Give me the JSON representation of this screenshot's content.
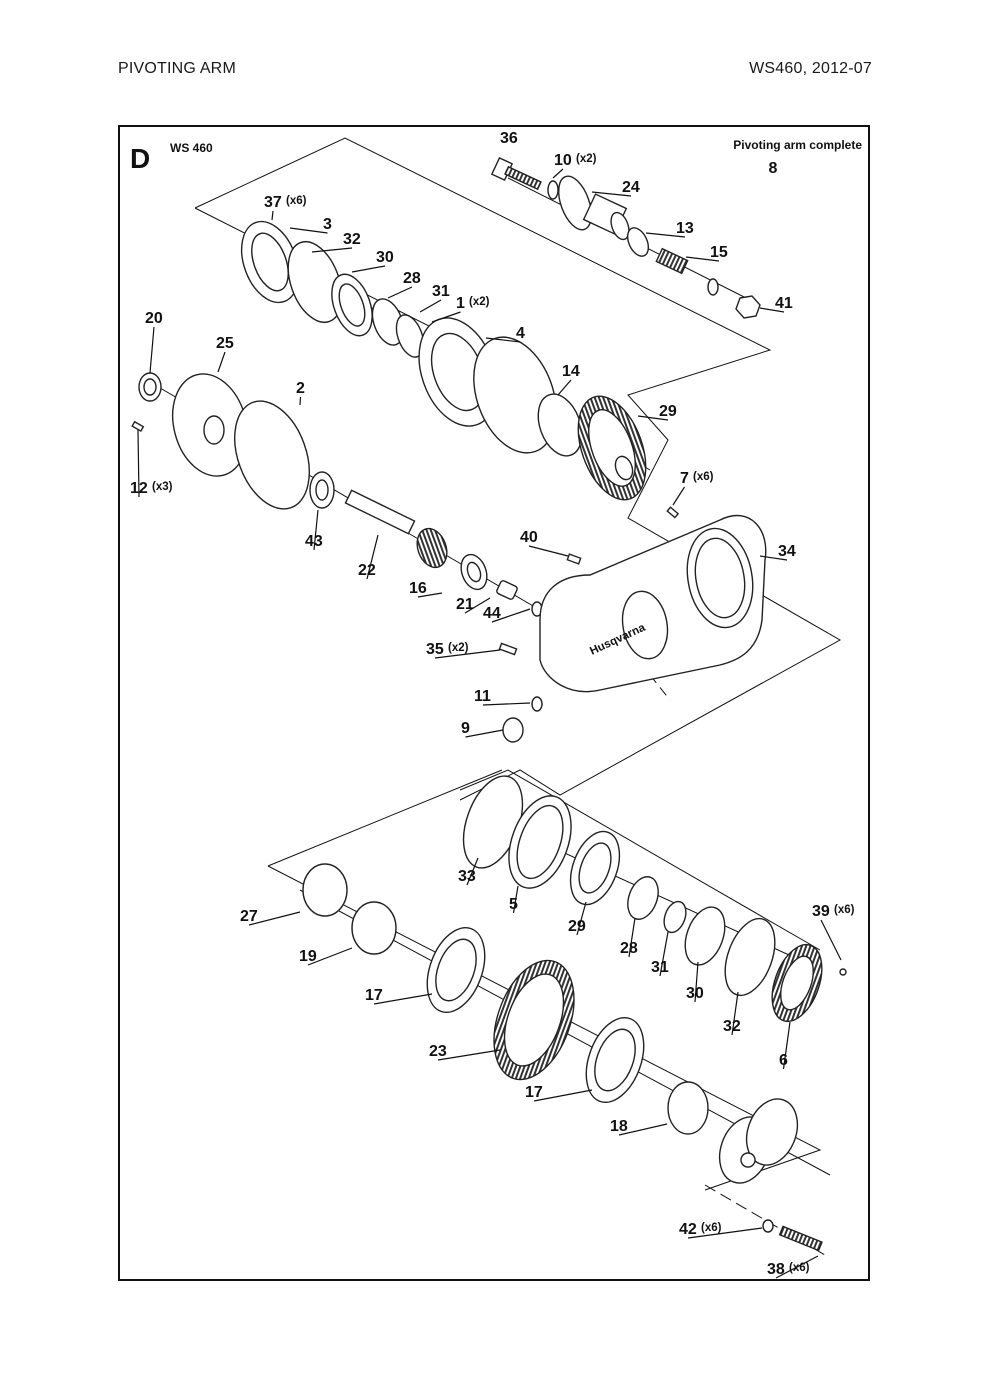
{
  "header": {
    "left": "PIVOTING ARM",
    "right": "WS460, 2012-07"
  },
  "diagram": {
    "section_letter": "D",
    "model": "WS 460",
    "title": "Pivoting arm complete",
    "title_number": "8",
    "parts": [
      {
        "id": "p36",
        "num": "36",
        "qty": ""
      },
      {
        "id": "p10",
        "num": "10",
        "qty": "(x2)"
      },
      {
        "id": "p24",
        "num": "24",
        "qty": ""
      },
      {
        "id": "p13",
        "num": "13",
        "qty": ""
      },
      {
        "id": "p15",
        "num": "15",
        "qty": ""
      },
      {
        "id": "p41",
        "num": "41",
        "qty": ""
      },
      {
        "id": "p37",
        "num": "37",
        "qty": "(x6)"
      },
      {
        "id": "p3",
        "num": "3",
        "qty": ""
      },
      {
        "id": "p32a",
        "num": "32",
        "qty": ""
      },
      {
        "id": "p30a",
        "num": "30",
        "qty": ""
      },
      {
        "id": "p28a",
        "num": "28",
        "qty": ""
      },
      {
        "id": "p31a",
        "num": "31",
        "qty": ""
      },
      {
        "id": "p1",
        "num": "1",
        "qty": "(x2)"
      },
      {
        "id": "p4",
        "num": "4",
        "qty": ""
      },
      {
        "id": "p20",
        "num": "20",
        "qty": ""
      },
      {
        "id": "p25",
        "num": "25",
        "qty": ""
      },
      {
        "id": "p2",
        "num": "2",
        "qty": ""
      },
      {
        "id": "p14",
        "num": "14",
        "qty": ""
      },
      {
        "id": "p29a",
        "num": "29",
        "qty": ""
      },
      {
        "id": "p12",
        "num": "12",
        "qty": "(x3)"
      },
      {
        "id": "p43",
        "num": "43",
        "qty": ""
      },
      {
        "id": "p7",
        "num": "7",
        "qty": "(x6)"
      },
      {
        "id": "p22",
        "num": "22",
        "qty": ""
      },
      {
        "id": "p40",
        "num": "40",
        "qty": ""
      },
      {
        "id": "p34",
        "num": "34",
        "qty": ""
      },
      {
        "id": "p16",
        "num": "16",
        "qty": ""
      },
      {
        "id": "p21",
        "num": "21",
        "qty": ""
      },
      {
        "id": "p44",
        "num": "44",
        "qty": ""
      },
      {
        "id": "p35",
        "num": "35",
        "qty": "(x2)"
      },
      {
        "id": "p11",
        "num": "11",
        "qty": ""
      },
      {
        "id": "p9",
        "num": "9",
        "qty": ""
      },
      {
        "id": "p33",
        "num": "33",
        "qty": ""
      },
      {
        "id": "p5",
        "num": "5",
        "qty": ""
      },
      {
        "id": "p29b",
        "num": "29",
        "qty": ""
      },
      {
        "id": "p27",
        "num": "27",
        "qty": ""
      },
      {
        "id": "p39",
        "num": "39",
        "qty": "(x6)"
      },
      {
        "id": "p28b",
        "num": "28",
        "qty": ""
      },
      {
        "id": "p31b",
        "num": "31",
        "qty": ""
      },
      {
        "id": "p19",
        "num": "19",
        "qty": ""
      },
      {
        "id": "p30b",
        "num": "30",
        "qty": ""
      },
      {
        "id": "p17a",
        "num": "17",
        "qty": ""
      },
      {
        "id": "p32b",
        "num": "32",
        "qty": ""
      },
      {
        "id": "p6",
        "num": "6",
        "qty": ""
      },
      {
        "id": "p23",
        "num": "23",
        "qty": ""
      },
      {
        "id": "p17b",
        "num": "17",
        "qty": ""
      },
      {
        "id": "p18",
        "num": "18",
        "qty": ""
      },
      {
        "id": "p42",
        "num": "42",
        "qty": "(x6)"
      },
      {
        "id": "p38",
        "num": "38",
        "qty": "(x6)"
      }
    ]
  }
}
